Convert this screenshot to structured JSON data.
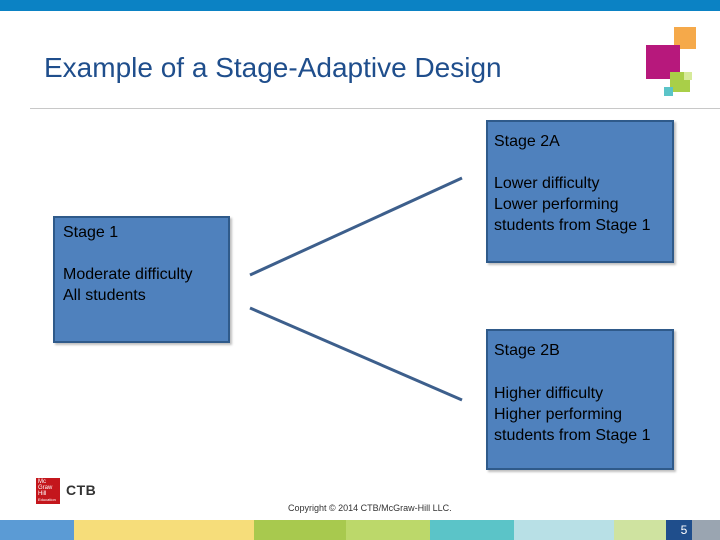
{
  "slide": {
    "title": "Example of a Stage-Adaptive Design",
    "page_number": "5",
    "copyright": "Copyright © 2014 CTB/McGraw-Hill LLC."
  },
  "logo": {
    "publisher_lines": [
      "Mc",
      "Graw",
      "Hill",
      "Education"
    ],
    "brand": "CTB"
  },
  "stage1": {
    "heading": "Stage 1",
    "lines": [
      "Moderate difficulty",
      "All students"
    ]
  },
  "stage2a": {
    "heading": "Stage 2A",
    "lines": [
      "Lower difficulty",
      "Lower performing",
      "students from Stage 1"
    ]
  },
  "stage2b": {
    "heading": "Stage 2B",
    "lines": [
      "Higher difficulty",
      "Higher performing",
      "students from Stage 1"
    ]
  },
  "colors": {
    "top_bar": "#0b82c4",
    "title": "#1f4e8c",
    "box_fill": "#4f81bd",
    "box_border": "#2f5a8a",
    "connector": "#3d5f8c",
    "footer_segments": [
      "#5b9bd5",
      "#f6dd7a",
      "#a8c94e",
      "#a8c94e",
      "#5bc4c8",
      "#b8e0e6",
      "#cfe3a0",
      "#1f4e8c",
      "#9aa5b1"
    ]
  }
}
